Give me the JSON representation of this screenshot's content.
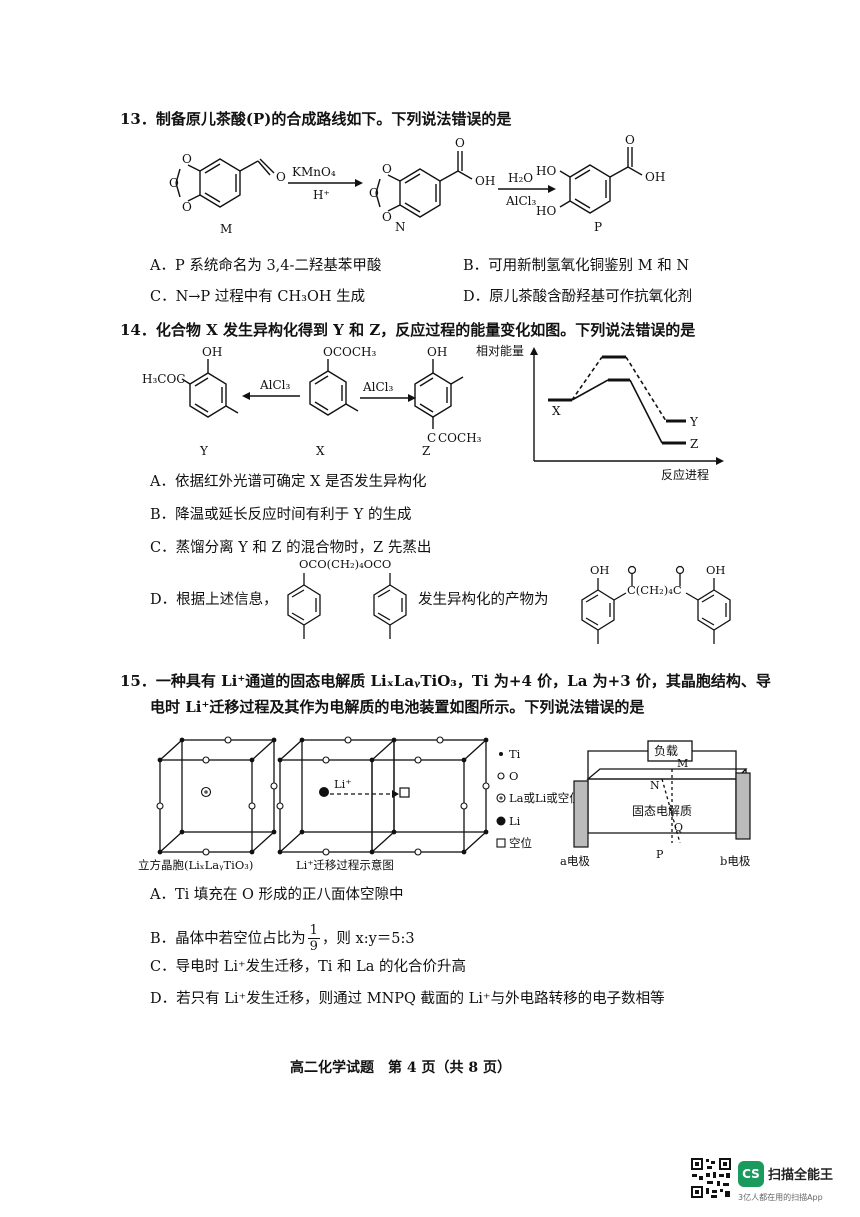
{
  "q13": {
    "stem": "13．制备原儿茶酸(P)的合成路线如下。下列说法错误的是",
    "reagent1_top": "KMnO₄",
    "reagent1_bottom": "H⁺",
    "reagent2_top": "H₂O",
    "reagent2_bottom": "AlCl₃",
    "label_m": "M",
    "label_n": "N",
    "label_p": "P",
    "o_label": "O",
    "oh_label": "OH",
    "ho_label": "HO",
    "options": {
      "a": "A．P 系统命名为 3,4-二羟基苯甲酸",
      "b": "B．可用新制氢氧化铜鉴别 M 和 N",
      "c": "C．N→P 过程中有 CH₃OH 生成",
      "d": "D．原儿茶酸含酚羟基可作抗氧化剂"
    }
  },
  "q14": {
    "stem": "14．化合物 X 发生异构化得到 Y 和 Z，反应过程的能量变化如图。下列说法错误的是",
    "y_sub_left": "H₃COC",
    "oh": "OH",
    "x_sub": "OCOCH₃",
    "z_sub": "COCH₃",
    "z_c": "C",
    "reagent": "AlCl₃",
    "label_y": "Y",
    "label_x": "X",
    "label_z": "Z",
    "graph": {
      "ylabel": "相对能量",
      "xlabel": "反应进程",
      "x": "X",
      "y": "Y",
      "z": "Z"
    },
    "options": {
      "a": "A．依据红外光谱可确定 X 是否发生异构化",
      "b": "B．降温或延长反应时间有利于 Y 的生成",
      "c": "C．蒸馏分离 Y 和 Z 的混合物时，Z 先蒸出",
      "d_prefix": "D．根据上述信息，",
      "d_mid": "发生异构化的产物为",
      "d_chain": "OCO(CH₂)₄OCO",
      "d_product_chain": "C(CH₂)₄C"
    }
  },
  "q15": {
    "stem_line1": "15．一种具有 Li⁺通道的固态电解质 LiₓLaᵧTiO₃，Ti 为+4 价，La 为+3 价，其晶胞结构、导",
    "stem_line2": "电时 Li⁺迁移过程及其作为电解质的电池装置如图所示。下列说法错误的是",
    "cell1_caption": "立方晶胞(LiₓLaᵧTiO₃)",
    "cell2_caption": "Li⁺迁移过程示意图",
    "li_plus": "Li⁺",
    "legend": {
      "ti": "Ti",
      "o": "O",
      "la": "La或Li或空位",
      "li": "Li",
      "vac": "空位"
    },
    "battery": {
      "load": "负载",
      "m": "M",
      "n": "N",
      "p": "P",
      "q": "Q",
      "electrolyte": "固态电解质",
      "a": "a电极",
      "b": "b电极"
    },
    "options": {
      "a": "A．Ti 填充在 O 形成的正八面体空隙中",
      "b_prefix": "B．晶体中若空位占比为",
      "b_num": "1",
      "b_den": "9",
      "b_suffix": "，则 x:y＝5:3",
      "c": "C．导电时 Li⁺发生迁移，Ti 和 La 的化合价升高",
      "d": "D．若只有 Li⁺发生迁移，则通过 MNPQ 截面的 Li⁺与外电路转移的电子数相等"
    }
  },
  "footer": "高二化学试题　第 4 页（共 8 页）",
  "scanner": {
    "badge": "CS",
    "name": "扫描全能王",
    "sub": "3亿人都在用的扫描App"
  }
}
